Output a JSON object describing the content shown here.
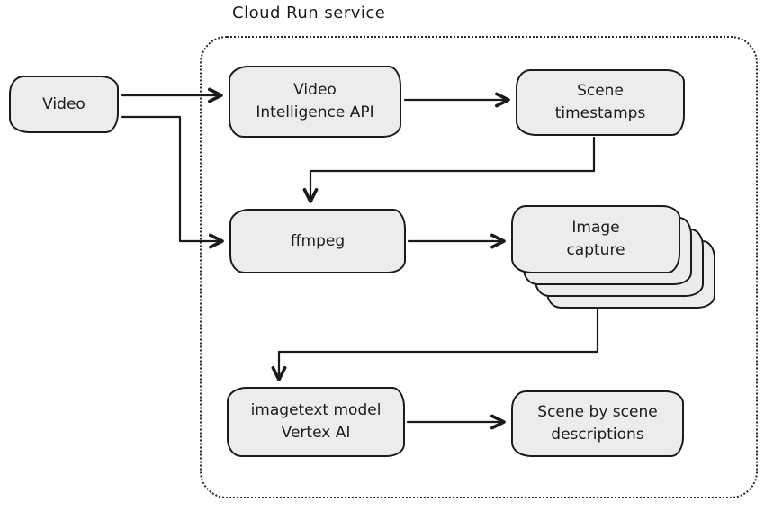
{
  "title": "Cloud Run service",
  "colors": {
    "node_fill": "#ececec",
    "stroke": "#1b1b1b"
  },
  "nodes": {
    "video": {
      "lines": [
        "Video"
      ]
    },
    "video_intelligence": {
      "lines": [
        "Video",
        "Intelligence API"
      ]
    },
    "scene_timestamps": {
      "lines": [
        "Scene",
        "timestamps"
      ]
    },
    "ffmpeg": {
      "lines": [
        "ffmpeg"
      ]
    },
    "image_capture": {
      "lines": [
        "Image",
        "capture"
      ]
    },
    "vertex_ai": {
      "lines": [
        "imagetext model",
        "Vertex AI"
      ]
    },
    "descriptions": {
      "lines": [
        "Scene by scene",
        "descriptions"
      ]
    }
  },
  "edges": [
    {
      "from": "video",
      "to": "video_intelligence"
    },
    {
      "from": "video",
      "to": "ffmpeg"
    },
    {
      "from": "video_intelligence",
      "to": "scene_timestamps"
    },
    {
      "from": "scene_timestamps",
      "to": "ffmpeg"
    },
    {
      "from": "ffmpeg",
      "to": "image_capture"
    },
    {
      "from": "image_capture",
      "to": "vertex_ai"
    },
    {
      "from": "vertex_ai",
      "to": "descriptions"
    }
  ]
}
